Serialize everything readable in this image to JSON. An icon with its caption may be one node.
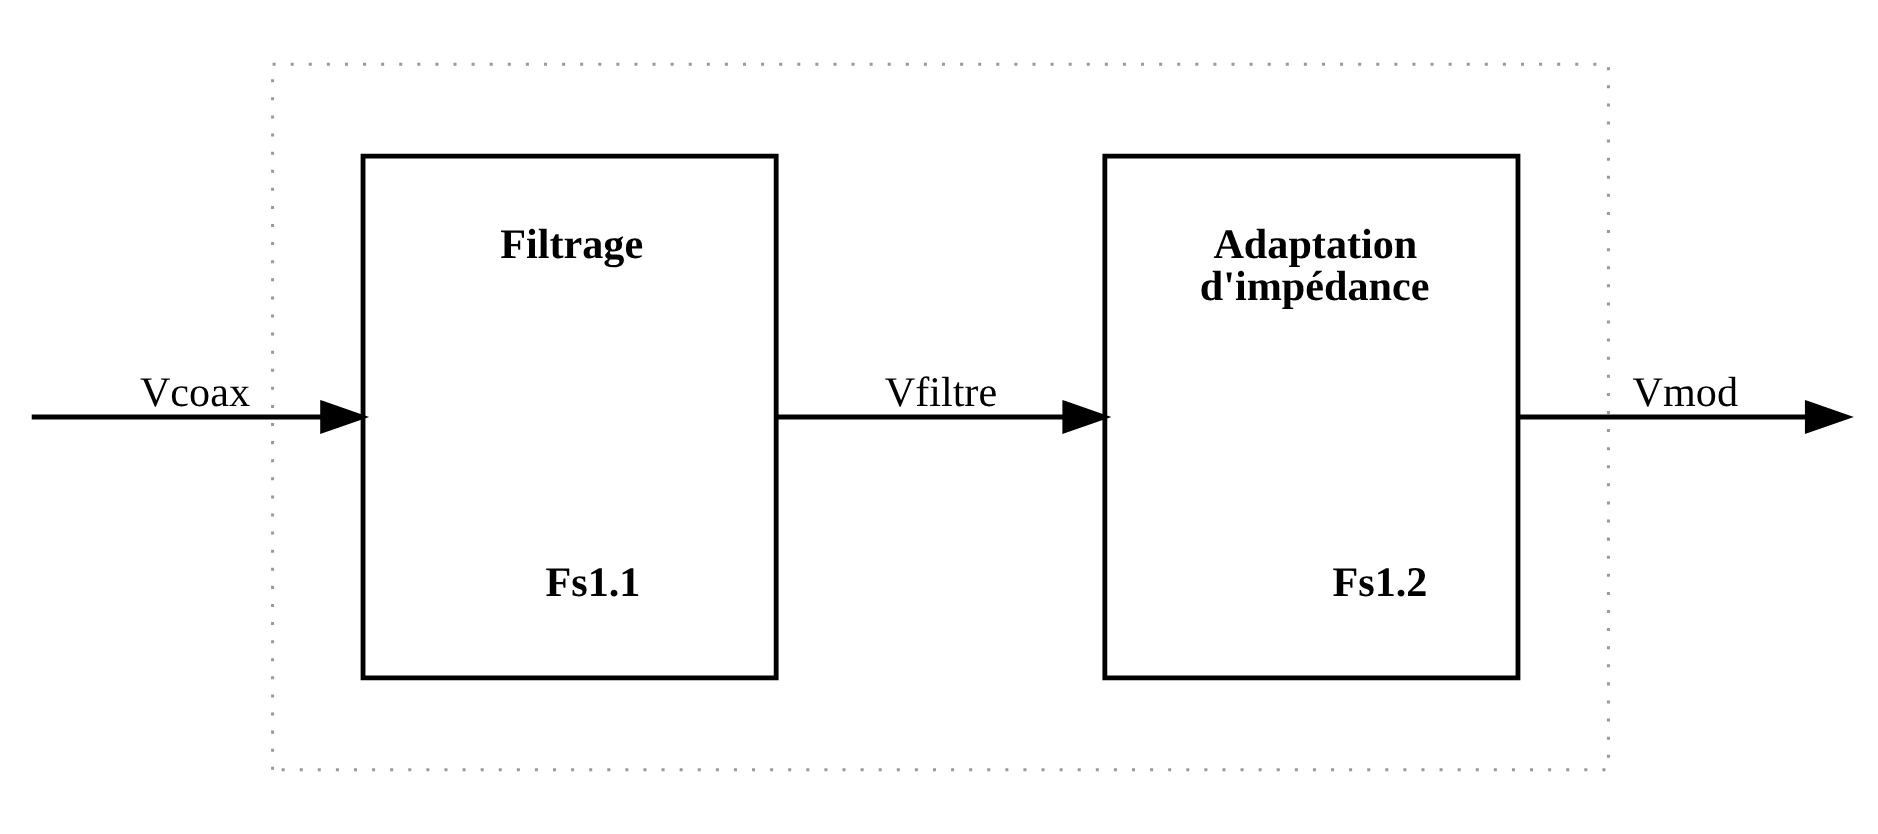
{
  "diagram": {
    "nodes": [
      {
        "text": [],
        "shape": "box"
      },
      {
        "text": [
          "Filtrage",
          "Fs1.1"
        ],
        "in": 0
      },
      {
        "text": [
          "Adaptation d'impédance",
          "Fs1.2"
        ],
        "in": 0
      }
    ],
    "edges": [
      {
        "from": null,
        "to": 1,
        "arrow": "to",
        "label": "Vcoax"
      },
      {
        "from": 1,
        "to": 2,
        "arrow": "to",
        "label": "Vfiltre"
      },
      {
        "from": 2,
        "to": null,
        "arrow": "to",
        "label": "Vmod"
      }
    ]
  }
}
